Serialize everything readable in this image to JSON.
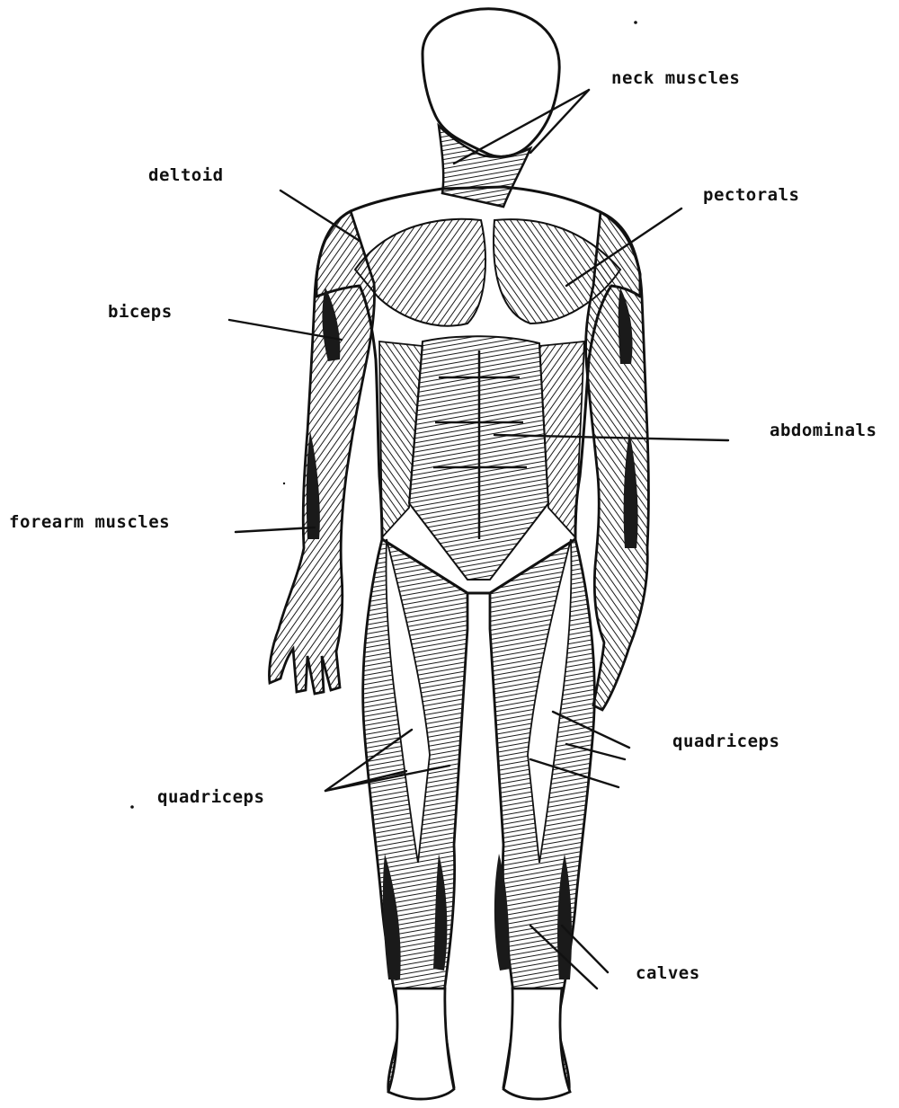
{
  "labels": {
    "neck": "neck muscles",
    "deltoid": "deltoid",
    "pectorals": "pectorals",
    "biceps": "biceps",
    "abdominals": "abdominals",
    "forearm": "forearm muscles",
    "quadriceps_right": "quadriceps",
    "quadriceps_left": "quadriceps",
    "calves": "calves"
  },
  "colors": {
    "ink": "#111111",
    "paper": "#ffffff"
  }
}
